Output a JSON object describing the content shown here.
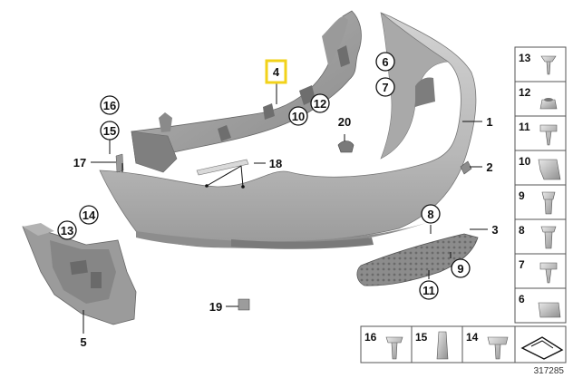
{
  "diagram": {
    "reference_number": "317285",
    "highlighted_part": "4",
    "highlight_color": "#f2d21a",
    "callouts": [
      {
        "id": "c1",
        "text": "1",
        "style": "plain"
      },
      {
        "id": "c2",
        "text": "2",
        "style": "plain"
      },
      {
        "id": "c3",
        "text": "3",
        "style": "plain"
      },
      {
        "id": "c4",
        "text": "4",
        "style": "highlight"
      },
      {
        "id": "c5",
        "text": "5",
        "style": "plain"
      },
      {
        "id": "c6",
        "text": "6",
        "style": "circle"
      },
      {
        "id": "c7",
        "text": "7",
        "style": "circle"
      },
      {
        "id": "c8",
        "text": "8",
        "style": "circle"
      },
      {
        "id": "c9",
        "text": "9",
        "style": "circle"
      },
      {
        "id": "c10",
        "text": "10",
        "style": "circle"
      },
      {
        "id": "c11",
        "text": "11",
        "style": "circle"
      },
      {
        "id": "c12",
        "text": "12",
        "style": "circle"
      },
      {
        "id": "c13",
        "text": "13",
        "style": "circle"
      },
      {
        "id": "c14",
        "text": "14",
        "style": "circle"
      },
      {
        "id": "c15",
        "text": "15",
        "style": "circle"
      },
      {
        "id": "c16",
        "text": "16",
        "style": "circle"
      },
      {
        "id": "c17",
        "text": "17",
        "style": "plain"
      },
      {
        "id": "c18",
        "text": "18",
        "style": "plain"
      },
      {
        "id": "c19",
        "text": "19",
        "style": "plain"
      },
      {
        "id": "c20",
        "text": "20",
        "style": "plain"
      }
    ],
    "side_panel": [
      "13",
      "12",
      "11",
      "10",
      "9",
      "8",
      "7",
      "6"
    ],
    "bottom_panel": [
      "16",
      "15",
      "14"
    ]
  }
}
